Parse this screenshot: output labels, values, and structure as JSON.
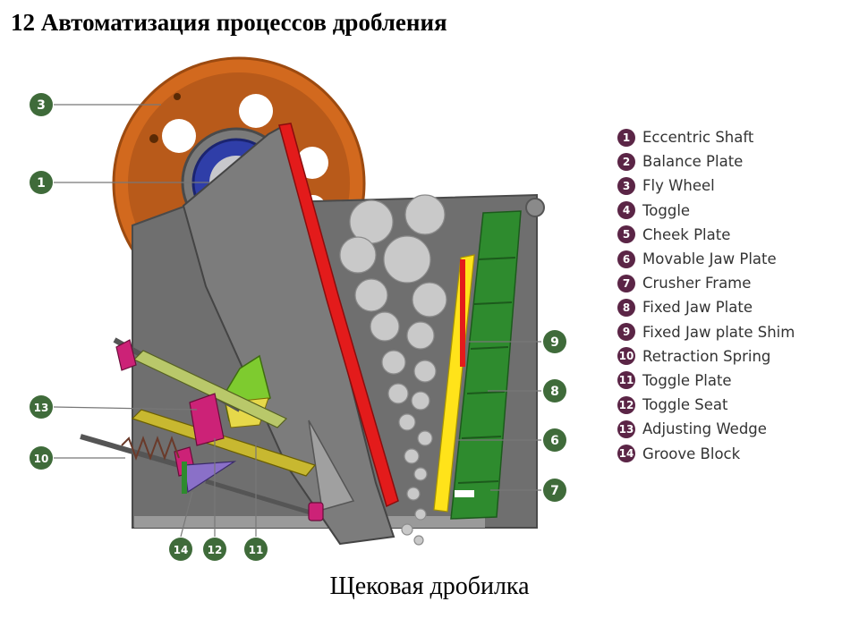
{
  "title": "12 Автоматизация процессов дробления",
  "caption": "Щековая дробилка",
  "colors": {
    "callout": "#3f6b3a",
    "legend_badge": "#5b2546",
    "flywheel": "#d2691e",
    "frame": "#6f6f6f",
    "jaw_plate": "#e31b1b",
    "fixed_plate": "#2e8b2e",
    "shim": "#ffe31a",
    "eccentric": "#2f3ea8"
  },
  "legend": [
    {
      "num": "1",
      "label": "Eccentric Shaft"
    },
    {
      "num": "2",
      "label": "Balance Plate"
    },
    {
      "num": "3",
      "label": "Fly Wheel"
    },
    {
      "num": "4",
      "label": "Toggle"
    },
    {
      "num": "5",
      "label": "Cheek Plate"
    },
    {
      "num": "6",
      "label": "Movable Jaw Plate"
    },
    {
      "num": "7",
      "label": "Crusher Frame"
    },
    {
      "num": "8",
      "label": "Fixed Jaw Plate"
    },
    {
      "num": "9",
      "label": "Fixed Jaw plate Shim"
    },
    {
      "num": "10",
      "label": "Retraction Spring"
    },
    {
      "num": "11",
      "label": "Toggle Plate"
    },
    {
      "num": "12",
      "label": "Toggle Seat"
    },
    {
      "num": "13",
      "label": "Adjusting Wedge"
    },
    {
      "num": "14",
      "label": "Groove Block"
    }
  ],
  "callouts": {
    "c3": "3",
    "c1": "1",
    "c13": "13",
    "c10": "10",
    "c9": "9",
    "c8": "8",
    "c6": "6",
    "c7": "7",
    "c14": "14",
    "c12": "12",
    "c11": "11"
  }
}
